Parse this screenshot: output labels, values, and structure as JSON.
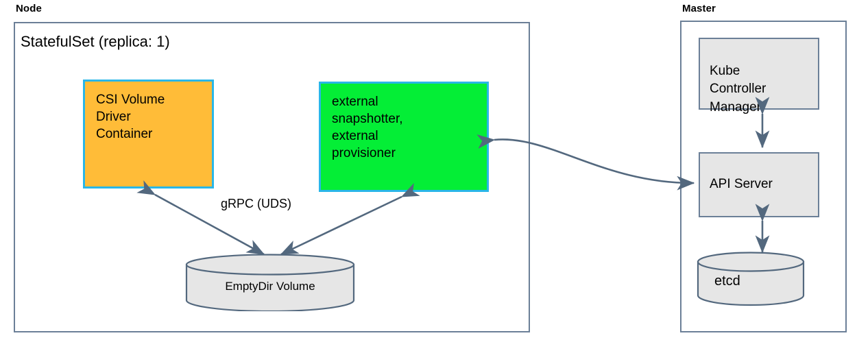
{
  "diagram": {
    "title_node": "Node",
    "title_master": "Master",
    "stateful_set": "StatefulSet (replica: 1)",
    "colors": {
      "orange_fill": "#ffbc38",
      "green_fill": "#04ee36",
      "container_border": "#29b6e8",
      "gray_fill": "#e6e6e6",
      "line": "#53687e",
      "zone_border": "#6b7f97"
    },
    "node_components": [
      {
        "id": "csi-volume-driver-container",
        "label": "CSI Volume\nDriver\nContainer",
        "fill": "orange"
      },
      {
        "id": "external-snapshotter-provisioner",
        "label": "external\nsnapshotter,\nexternal\nprovisioner",
        "fill": "green"
      }
    ],
    "volumes": [
      {
        "id": "emptydir-volume",
        "label": "EmptyDir Volume"
      }
    ],
    "master_components": [
      {
        "id": "kube-controller-manager",
        "label": "Kube\nController\nManager"
      },
      {
        "id": "api-server",
        "label": "API Server"
      }
    ],
    "master_datastores": [
      {
        "id": "etcd",
        "label": "etcd"
      }
    ],
    "connections": [
      {
        "id": "csi-to-emptydir",
        "label": "gRPC (UDS)",
        "from": "csi-volume-driver-container",
        "to": "emptydir-volume",
        "arrow": "double"
      },
      {
        "id": "snapshotter-to-emptydir",
        "label": "",
        "from": "external-snapshotter-provisioner",
        "to": "emptydir-volume",
        "arrow": "double"
      },
      {
        "id": "snapshotter-to-apiserver",
        "label": "",
        "from": "external-snapshotter-provisioner",
        "to": "api-server",
        "arrow": "double"
      },
      {
        "id": "kcm-to-apiserver",
        "label": "",
        "from": "kube-controller-manager",
        "to": "api-server",
        "arrow": "double"
      },
      {
        "id": "apiserver-to-etcd",
        "label": "",
        "from": "api-server",
        "to": "etcd",
        "arrow": "double"
      }
    ]
  }
}
